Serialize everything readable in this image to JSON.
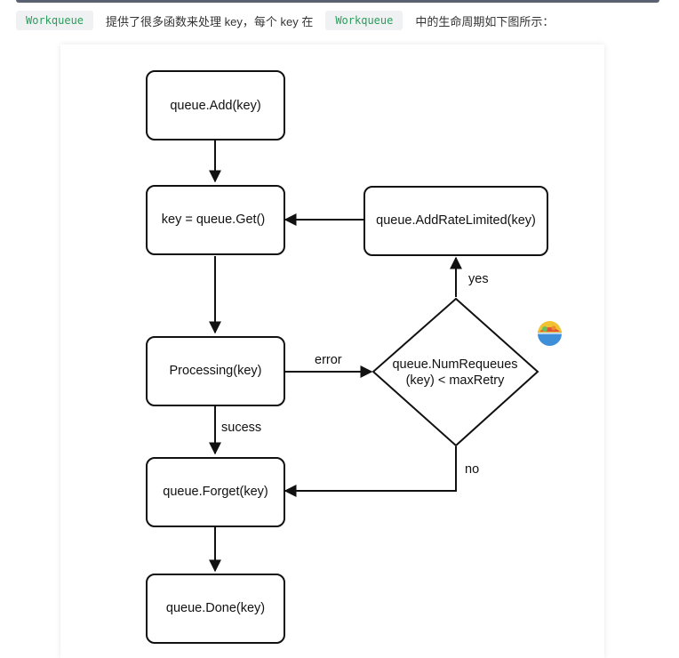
{
  "intro": {
    "code_term_1": "Workqueue",
    "text_1": "提供了很多函数来处理 key，每个 key 在",
    "code_term_2": "Workqueue",
    "text_2": "中的生命周期如下图所示："
  },
  "diagram": {
    "nodes": {
      "add": "queue.Add(key)",
      "get": "key = queue.Get()",
      "add_rate_limited": "queue.AddRateLimited(key)",
      "processing": "Processing(key)",
      "decision_line1": "queue.NumRequeues",
      "decision_line2": "(key) < maxRetry",
      "forget": "queue.Forget(key)",
      "done": "queue.Done(key)"
    },
    "edges": {
      "error": "error",
      "yes": "yes",
      "no": "no",
      "success": "sucess"
    }
  },
  "colors": {
    "code_text": "#2a9d5c",
    "code_background": "#f0f1f3",
    "stroke": "#111111"
  },
  "icons": {
    "watermark": "colorful-bowl-icon"
  }
}
